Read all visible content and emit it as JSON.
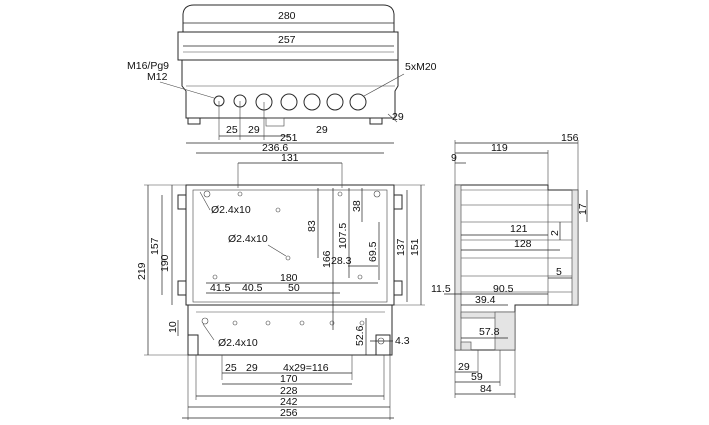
{
  "top_view": {
    "width_total": "280",
    "width_inner": "257",
    "gland_small_1": "M16/Pg9",
    "gland_small_2": "M12",
    "gland_large": "5xM20",
    "pitch_a": "25",
    "pitch_b": "29",
    "pitch_c": "29",
    "pitch_d": "29"
  },
  "front_view": {
    "dim_251": "251",
    "dim_236_6": "236.6",
    "dim_131": "131",
    "hole_top": "Ø2.4x10",
    "hole_mid": "Ø2.4x10",
    "hole_bottom": "Ø2.4x10",
    "dim_38": "38",
    "dim_83": "83",
    "dim_107_5": "107.5",
    "dim_166": "166",
    "dim_28_3": "28.3",
    "dim_69_5": "69.5",
    "dim_137": "137",
    "dim_151": "151",
    "dim_157": "157",
    "dim_190": "190",
    "dim_219": "219",
    "dim_10": "10",
    "dim_180": "180",
    "dim_41_5": "41.5",
    "dim_40_5": "40.5",
    "dim_50": "50",
    "dim_52_6": "52.6",
    "dim_4_3": "4.3",
    "dim_25": "25",
    "dim_29": "29",
    "dim_4x29": "4x29=116",
    "dim_170": "170",
    "dim_228": "228",
    "dim_242": "242",
    "dim_256": "256"
  },
  "side_view": {
    "dim_156": "156",
    "dim_119": "119",
    "dim_9": "9",
    "dim_17": "17",
    "dim_2": "2",
    "dim_121": "121",
    "dim_128": "128",
    "dim_5": "5",
    "dim_11_5": "11.5",
    "dim_90_5": "90.5",
    "dim_39_4": "39.4",
    "dim_57_8": "57.8",
    "dim_29": "29",
    "dim_59": "59",
    "dim_84": "84"
  }
}
